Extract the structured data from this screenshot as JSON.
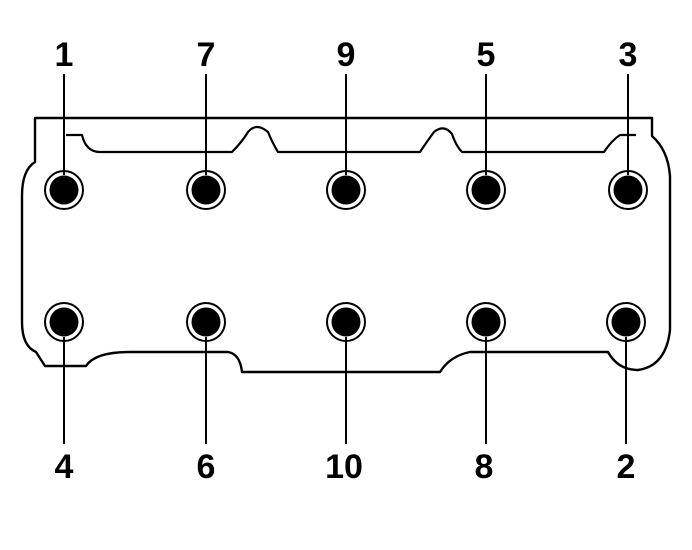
{
  "labels": {
    "top": [
      "1",
      "7",
      "9",
      "5",
      "3"
    ],
    "bottom": [
      "4",
      "6",
      "10",
      "8",
      "2"
    ]
  },
  "colors": {
    "ink": "#000000",
    "paper": "#ffffff"
  },
  "icons": {
    "bolt": "bolt-hole-icon"
  }
}
